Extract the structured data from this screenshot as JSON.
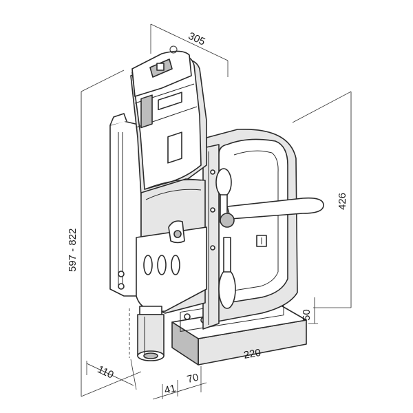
{
  "dimensions": {
    "top_width": "305",
    "height_range": "597 - 822",
    "column_height": "426",
    "base_height": "50",
    "base_length": "220",
    "front_offset": "110",
    "spindle_offset": "41",
    "base_offset": "70"
  }
}
